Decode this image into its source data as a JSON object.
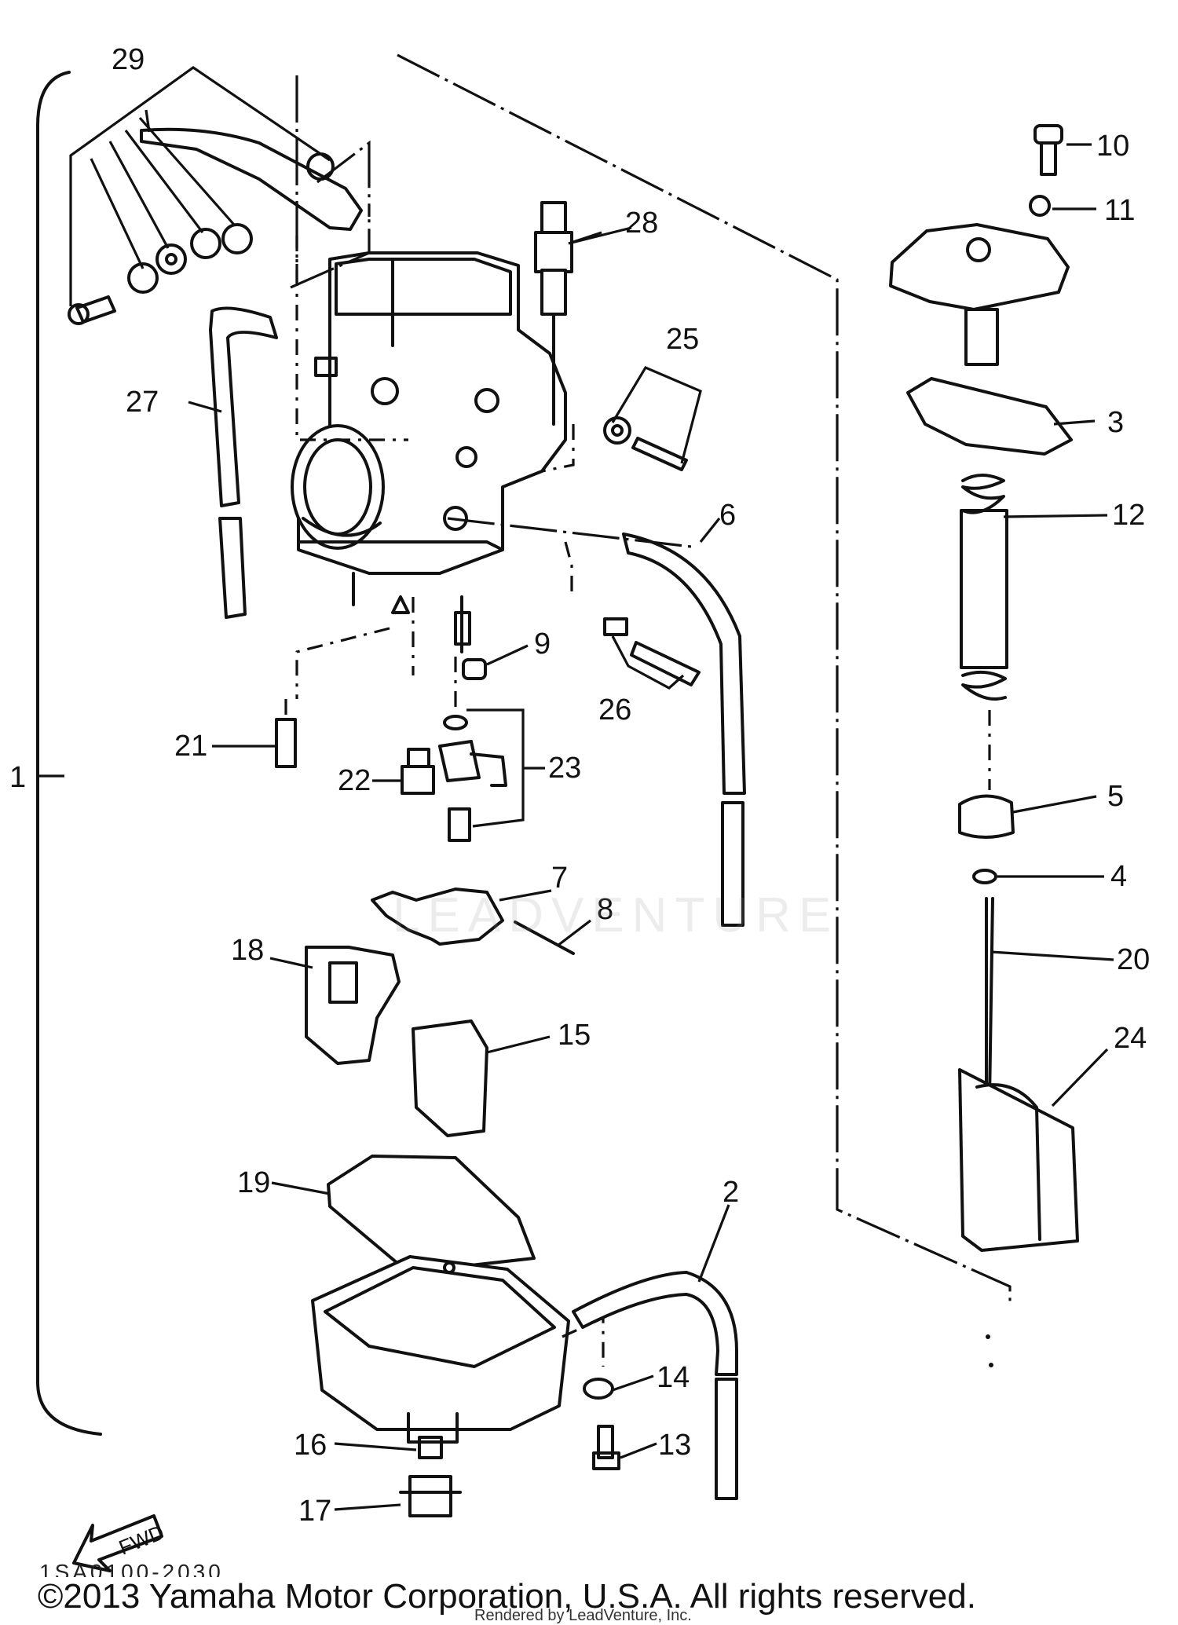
{
  "callouts": {
    "c1": "1",
    "c2": "2",
    "c3": "3",
    "c4": "4",
    "c5": "5",
    "c6": "6",
    "c7": "7",
    "c8": "8",
    "c9": "9",
    "c10": "10",
    "c11": "11",
    "c12": "12",
    "c13": "13",
    "c14": "14",
    "c15": "15",
    "c16": "16",
    "c17": "17",
    "c18": "18",
    "c19": "19",
    "c20": "20",
    "c21": "21",
    "c22": "22",
    "c23": "23",
    "c24": "24",
    "c25": "25",
    "c26": "26",
    "c27": "27",
    "c28": "28",
    "c29": "29"
  },
  "fwd_label": "FWD",
  "diagram_code": "1SA0100-2030",
  "copyright": "©2013 Yamaha Motor Corporation, U.S.A. All rights reserved.",
  "rendered_by": "Rendered by LeadVenture, Inc.",
  "watermark": "LEADVENTURE"
}
